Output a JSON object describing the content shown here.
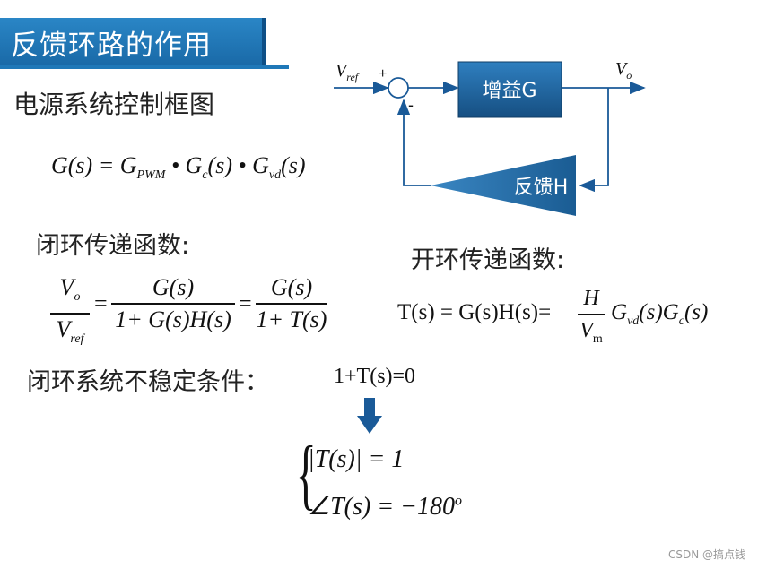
{
  "title": "反馈环路的作用",
  "subtitle": "电源系统控制框图",
  "gain_eq": {
    "lhs": "G(s) = G",
    "pwm_sub": "PWM",
    "dot1": " • G",
    "c_sub": "c",
    "mid": "(s) • G",
    "vd_sub": "vd",
    "end": "(s)"
  },
  "diagram": {
    "input_label": "V",
    "input_sub": "ref",
    "plus_sign": "+",
    "minus_sign": "-",
    "gain_block": "增益G",
    "output_label": "V",
    "output_sub": "o",
    "feedback_block": "反馈H"
  },
  "closed_loop": {
    "heading": "闭环传递函数:",
    "num1": "V",
    "num1_sub": "o",
    "den1": "V",
    "den1_sub": "ref",
    "eq1": "=",
    "num2": "G(s)",
    "den2": "1+ G(s)H(s)",
    "eq2": "=",
    "num3": "G(s)",
    "den3": "1+ T(s)"
  },
  "open_loop": {
    "heading": "开环传递函数:",
    "lhs": "T(s) = G(s)H(s)=",
    "num": "H",
    "den": "V",
    "den_sub": "m",
    "rhs_a": "G",
    "rhs_a_sub": "vd",
    "rhs_b": "(s)G",
    "rhs_b_sub": "c",
    "rhs_c": "(s)"
  },
  "instability": {
    "heading": "闭环系统不稳定条件：",
    "condition": "1+T(s)=0",
    "mag_condition": "|T(s)| = 1",
    "phase_condition": "∠T(s) = −180",
    "phase_sup": "o"
  },
  "watermark": "CSDN @搞点钱",
  "colors": {
    "title_bg": "#1f78b8",
    "block_fill": "#1c5f95",
    "arrow_blue": "#1a5a98"
  }
}
